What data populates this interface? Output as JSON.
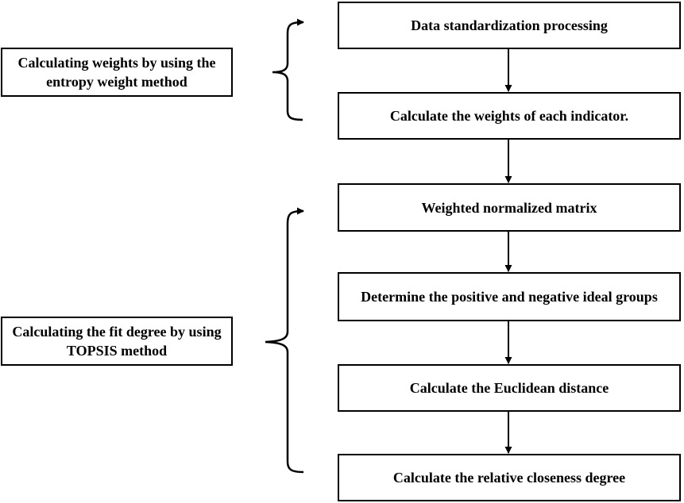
{
  "groups": [
    {
      "label": "Calculating weights by using the entropy weight method"
    },
    {
      "label": "Calculating the fit degree by using TOPSIS method"
    }
  ],
  "steps": [
    {
      "label": "Data standardization processing"
    },
    {
      "label": "Calculate the weights of each indicator."
    },
    {
      "label": "Weighted normalized matrix"
    },
    {
      "label": "Determine the positive and negative ideal groups"
    },
    {
      "label": "Calculate the Euclidean distance"
    },
    {
      "label": "Calculate the relative closeness degree"
    }
  ]
}
